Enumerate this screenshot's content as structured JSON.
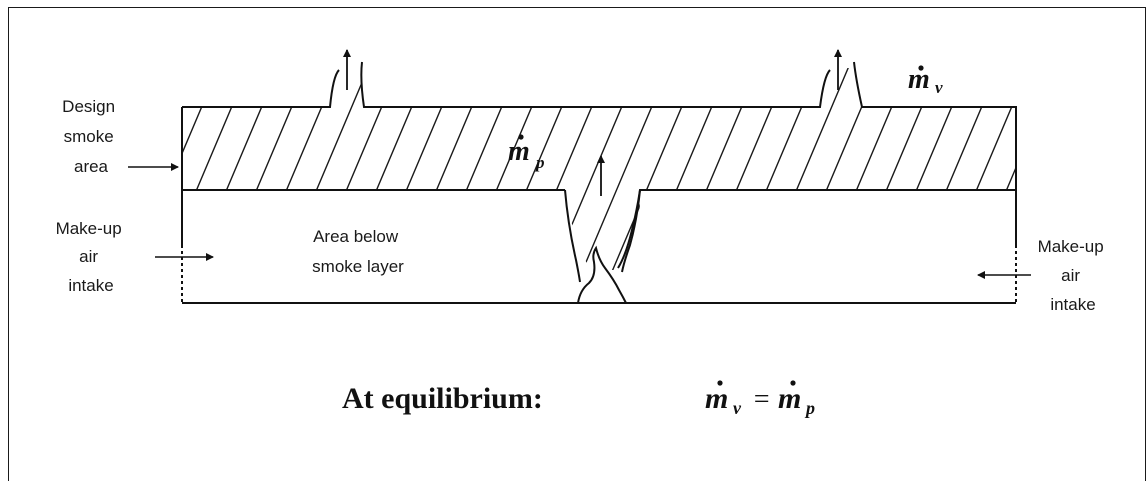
{
  "labels": {
    "design_smoke_area": [
      "Design",
      "smoke",
      "area"
    ],
    "makeup_left": [
      "Make-up",
      "air",
      "intake"
    ],
    "makeup_right": [
      "Make-up",
      "air",
      "intake"
    ],
    "area_below": [
      "Area below",
      "smoke layer"
    ]
  },
  "symbols": {
    "m": "m",
    "sub_v": "v",
    "sub_p": "p"
  },
  "equation": {
    "prefix": "At equilibrium:",
    "op": "="
  }
}
